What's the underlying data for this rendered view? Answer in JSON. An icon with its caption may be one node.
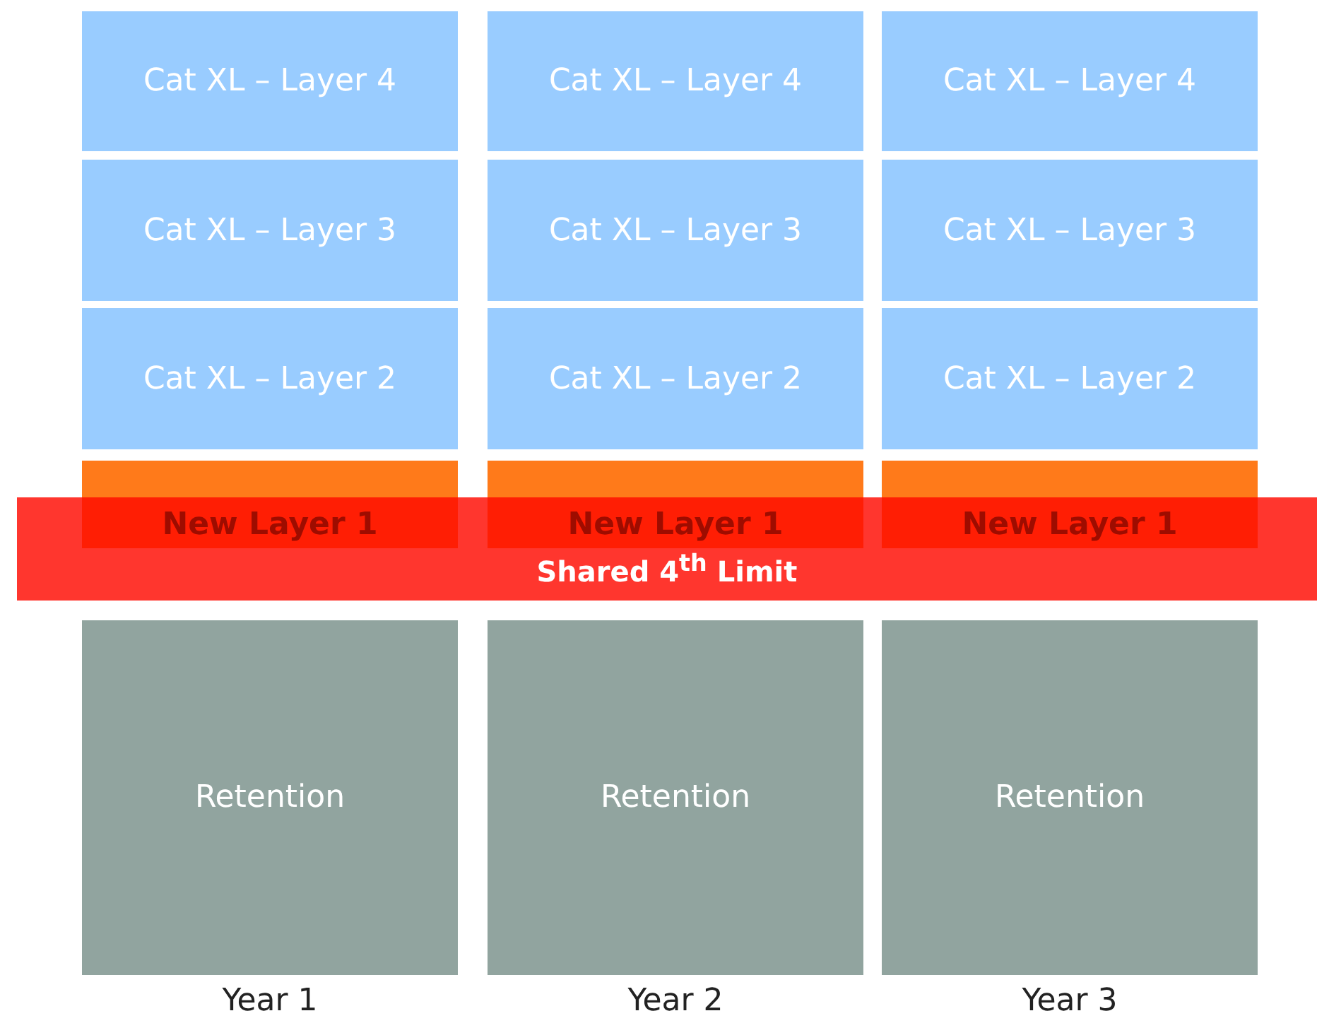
{
  "diagram": {
    "nodes": [
      {
        "text": [
          "Cat XL – Layer 4"
        ]
      },
      {
        "text": [
          "Cat XL – Layer 4"
        ]
      },
      {
        "text": [
          "Cat XL – Layer 4"
        ]
      },
      {
        "text": [
          "Cat XL – Layer 3"
        ]
      },
      {
        "text": [
          "Cat XL – Layer 3"
        ]
      },
      {
        "text": [
          "Cat XL – Layer 3"
        ]
      },
      {
        "text": [
          "Cat XL – Layer 2"
        ]
      },
      {
        "text": [
          "Cat XL – Layer 2"
        ]
      },
      {
        "text": [
          "Cat XL – Layer 2"
        ]
      },
      {
        "text": [
          "New Layer 1"
        ]
      },
      {
        "text": [
          "New Layer 1"
        ]
      },
      {
        "text": [
          "New Layer 1"
        ]
      },
      {
        "text": [
          "Shared 4$^{th}$ Limit"
        ]
      },
      {
        "text": [
          "Retention"
        ]
      },
      {
        "text": [
          "Retention"
        ]
      },
      {
        "text": [
          "Retention"
        ]
      }
    ],
    "labels": [
      "Year 1",
      "Year 2",
      "Year 3"
    ]
  }
}
